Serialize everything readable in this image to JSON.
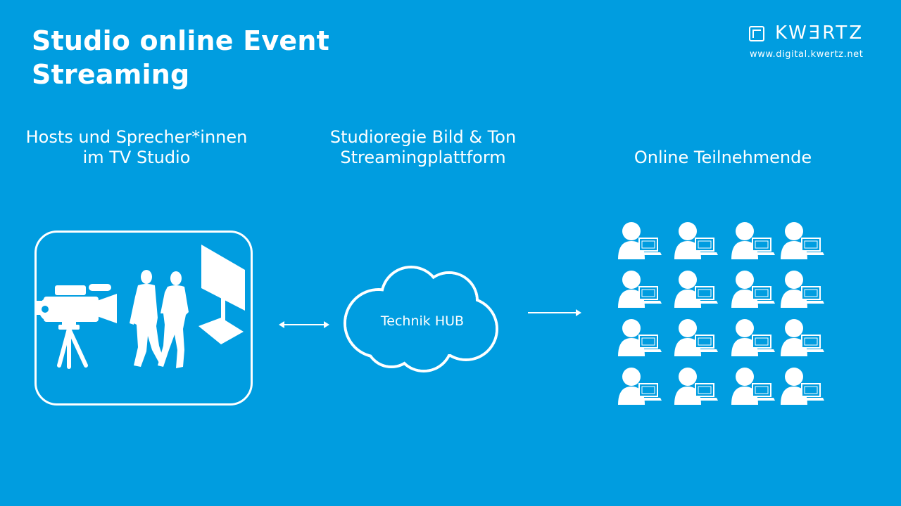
{
  "title": {
    "line1": "Studio online Event",
    "line2": "Streaming"
  },
  "logo": {
    "wordmark": "KWƎRTZ",
    "url": "www.digital.kwertz.net"
  },
  "captions": {
    "hosts": {
      "line1": "Hosts und Sprecher*innen",
      "line2": "im TV Studio"
    },
    "regie": {
      "line1": "Studioregie Bild & Ton",
      "line2": "Streamingplattform"
    },
    "online": {
      "line1": "Online Teilnehmende"
    }
  },
  "hub": {
    "label": "Technik HUB"
  },
  "participants": {
    "rows": 4,
    "cols": 4,
    "icon": "user-laptop-icon"
  },
  "colors": {
    "background": "#009de0",
    "foreground": "#ffffff"
  }
}
